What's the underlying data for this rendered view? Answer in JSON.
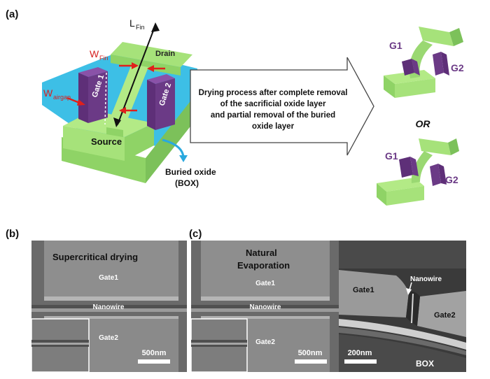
{
  "panel_a": {
    "tag": "(a)",
    "labels": {
      "l_fin": "L",
      "l_fin_sub": "Fin",
      "w_fin": "W",
      "w_fin_sub": "Fin",
      "w_airgap": "W",
      "w_airgap_sub": "airgap",
      "drain": "Drain",
      "gate1": "Gate 1",
      "gate2": "Gate 2",
      "source": "Source",
      "buried_oxide_line1": "Buried oxide",
      "buried_oxide_line2": "(BOX)"
    },
    "arrow_text": [
      "Drying process after complete removal",
      "of the sacrificial oxide layer",
      "and partial removal of the buried",
      "oxide layer"
    ],
    "result_top": {
      "g1": "G1",
      "g2": "G2"
    },
    "or_label": "OR",
    "result_bottom": {
      "g1": "G1",
      "g2": "G2"
    }
  },
  "panel_b": {
    "tag": "(b)",
    "title": "Supercritical drying",
    "gate1": "Gate1",
    "nanowire": "Nanowire",
    "gate2": "Gate2",
    "scale": "500nm"
  },
  "panel_c": {
    "tag": "(c)",
    "title_line1": "Natural",
    "title_line2": "Evaporation",
    "gate1": "Gate1",
    "nanowire": "Nanowire",
    "gate2": "Gate2",
    "scale": "500nm",
    "zoom": {
      "gate1": "Gate1",
      "nanowire": "Nanowire",
      "gate2": "Gate2",
      "scale": "200nm",
      "box": "BOX"
    }
  },
  "colors": {
    "green": "#a6e27a",
    "green_dark": "#7cc15a",
    "box_blue": "#3dbfe6",
    "gate_purple": "#6b3a86",
    "red_arrow": "#e0201b",
    "sem_gray": "#8f8f8f"
  }
}
